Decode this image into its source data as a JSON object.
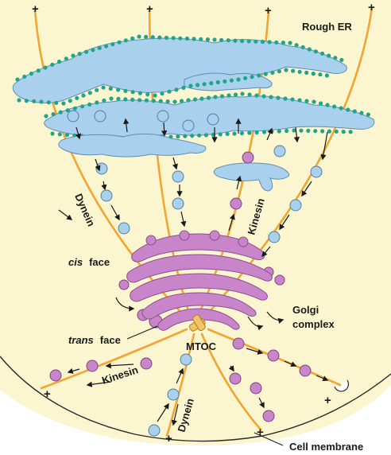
{
  "labels": {
    "rough_er": "Rough ER",
    "dynein_upper": "Dynein",
    "kinesin_upper": "Kinesin",
    "cis": "cis",
    "face": "face",
    "trans": "trans",
    "golgi_line1": "Golgi",
    "golgi_line2": "complex",
    "mtoc": "MTOC",
    "kinesin_lower": "Kinesin",
    "dynein_lower": "Dynein",
    "cell_membrane": "Cell membrane",
    "plus": "+"
  },
  "colors": {
    "cytoplasm": "#fbf6cf",
    "microtubule": "#f2a531",
    "er": "#a9d1ee",
    "ribosome": "#1fa58c",
    "golgi": "#c985c9",
    "centriole": "#f3c36a"
  }
}
